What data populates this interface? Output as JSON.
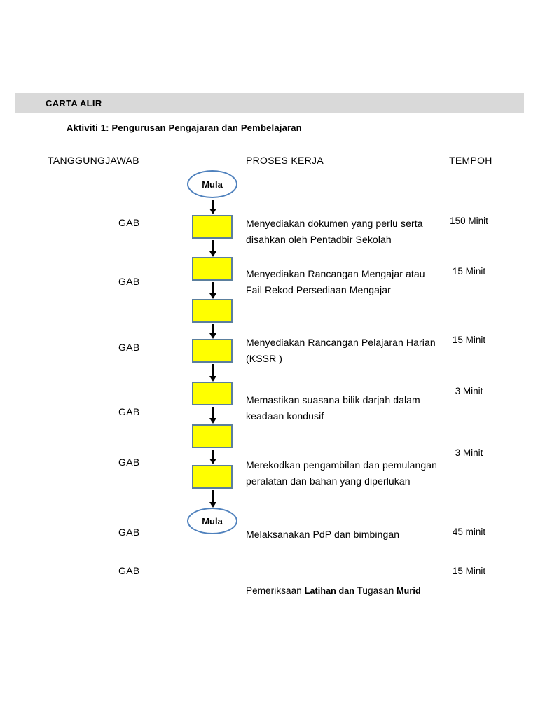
{
  "page": {
    "section_header": "CARTA ALIR",
    "title": "Aktiviti 1: Pengurusan Pengajaran dan Pembelajaran"
  },
  "columns": {
    "responsibility": "TANGGUNGJAWAB",
    "process": "PROSES KERJA",
    "duration": "TEMPOH"
  },
  "flowchart": {
    "start_label": "Mula",
    "end_label": "Mula"
  },
  "actors": [
    "GAB",
    "GAB",
    "GAB",
    "GAB",
    "GAB",
    "GAB",
    "GAB"
  ],
  "processes": [
    {
      "line1": "Menyediakan dokumen yang perlu serta",
      "line2": "disahkan oleh Pentadbir Sekolah"
    },
    {
      "line1": "Menyediakan Rancangan Mengajar atau",
      "line2": "Fail Rekod Persediaan Mengajar"
    },
    {
      "line1": "Menyediakan Rancangan Pelajaran Harian",
      "line2": "(KSSR )"
    },
    {
      "line1": "Memastikan suasana bilik darjah dalam",
      "line2": "keadaan kondusif"
    },
    {
      "line1": "Merekodkan pengambilan dan pemulangan",
      "line2": "peralatan dan bahan yang diperlukan"
    },
    {
      "line1": "Melaksanakan  PdP  dan bimbingan",
      "line2": ""
    }
  ],
  "final_note": {
    "seg1": "Pemeriksaan ",
    "seg2": "Latihan dan ",
    "seg3": "Tugasan ",
    "seg4": "Murid"
  },
  "durations": [
    "150 Minit",
    "15 Minit",
    "15 Minit",
    "3 Minit",
    "3 Minit",
    "45 minit",
    "15 Minit"
  ],
  "colors": {
    "box_fill": "#ffff00",
    "box_border": "#5b7f9d",
    "oval_border": "#4f81bd",
    "header_bar": "#d9d9d9",
    "arrow": "#000000"
  }
}
